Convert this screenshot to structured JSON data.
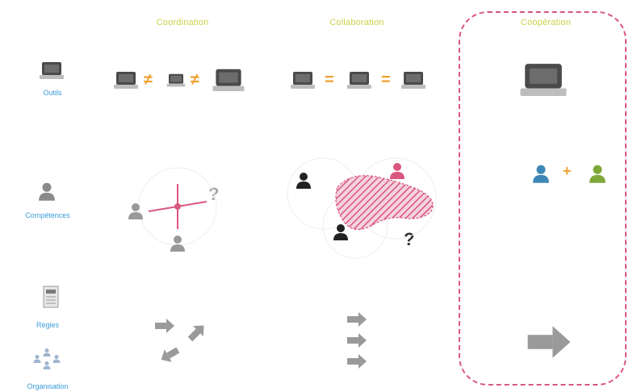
{
  "columns": {
    "coordination": "Coordination",
    "collaboration": "Collaboration",
    "cooperation": "Coopération"
  },
  "rows": {
    "outils": "Outils",
    "competences": "Compétences",
    "regles": "Règles",
    "organisation": "Organisation"
  },
  "symbols": {
    "not_equal": "≠",
    "equal": "=",
    "plus": "+",
    "question": "?"
  },
  "colors": {
    "heading": "#c9d24a",
    "row_label": "#3a9ad9",
    "accent": "#d9577f",
    "operator": "#f0a030",
    "person_dark": "#222222",
    "person_grey": "#8a8a8a",
    "person_blue": "#3d86b8",
    "person_green": "#7fa83a",
    "arrow": "#9a9a9a"
  },
  "icons": [
    "laptop-icon",
    "person-icon",
    "document-icon",
    "group-icon",
    "arrow-icon"
  ]
}
